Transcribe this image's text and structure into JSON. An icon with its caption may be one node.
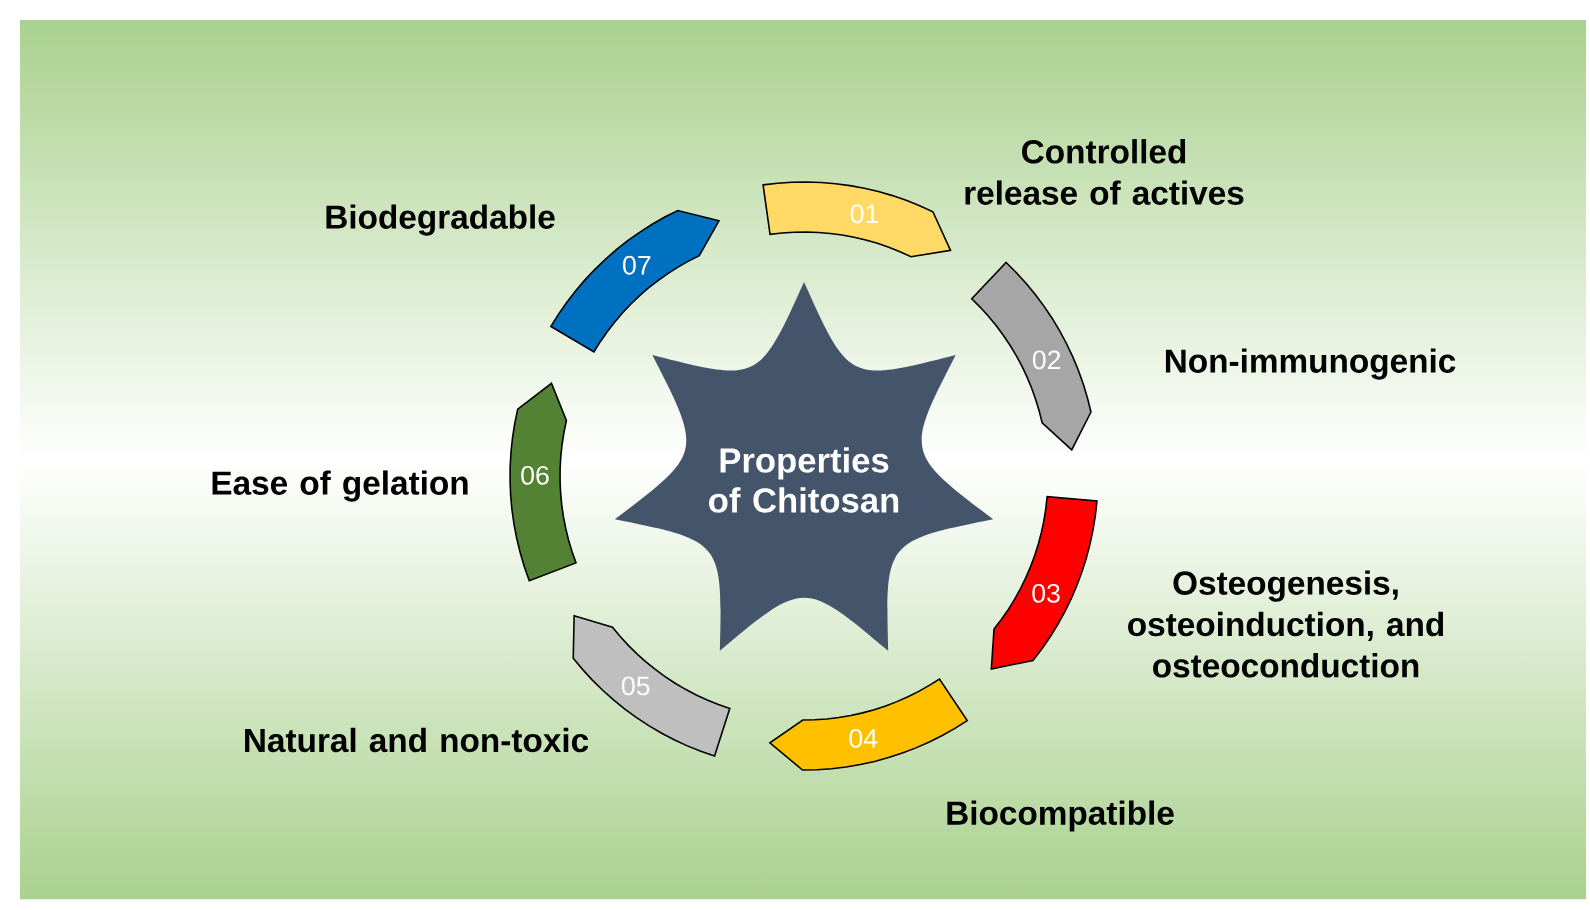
{
  "diagram": {
    "nodes": [
      {
        "text": [
          "Properties of Chitosan"
        ]
      },
      {
        "text": [
          "01"
        ],
        "beside": [
          "Controlled release of actives"
        ]
      },
      {
        "text": [
          "02"
        ],
        "beside": [
          "Non-immunogenic"
        ]
      },
      {
        "text": [
          "03"
        ],
        "beside": [
          "Osteogenesis, osteoinduction, and osteoconduction"
        ]
      },
      {
        "text": [
          "04"
        ],
        "beside": [
          "Biocompatible"
        ]
      },
      {
        "text": [
          "05"
        ],
        "beside": [
          "Natural and non-toxic"
        ]
      },
      {
        "text": [
          "06"
        ],
        "beside": [
          "Ease of gelation"
        ]
      },
      {
        "text": [
          "07"
        ],
        "beside": [
          "Biodegradable"
        ]
      }
    ]
  }
}
